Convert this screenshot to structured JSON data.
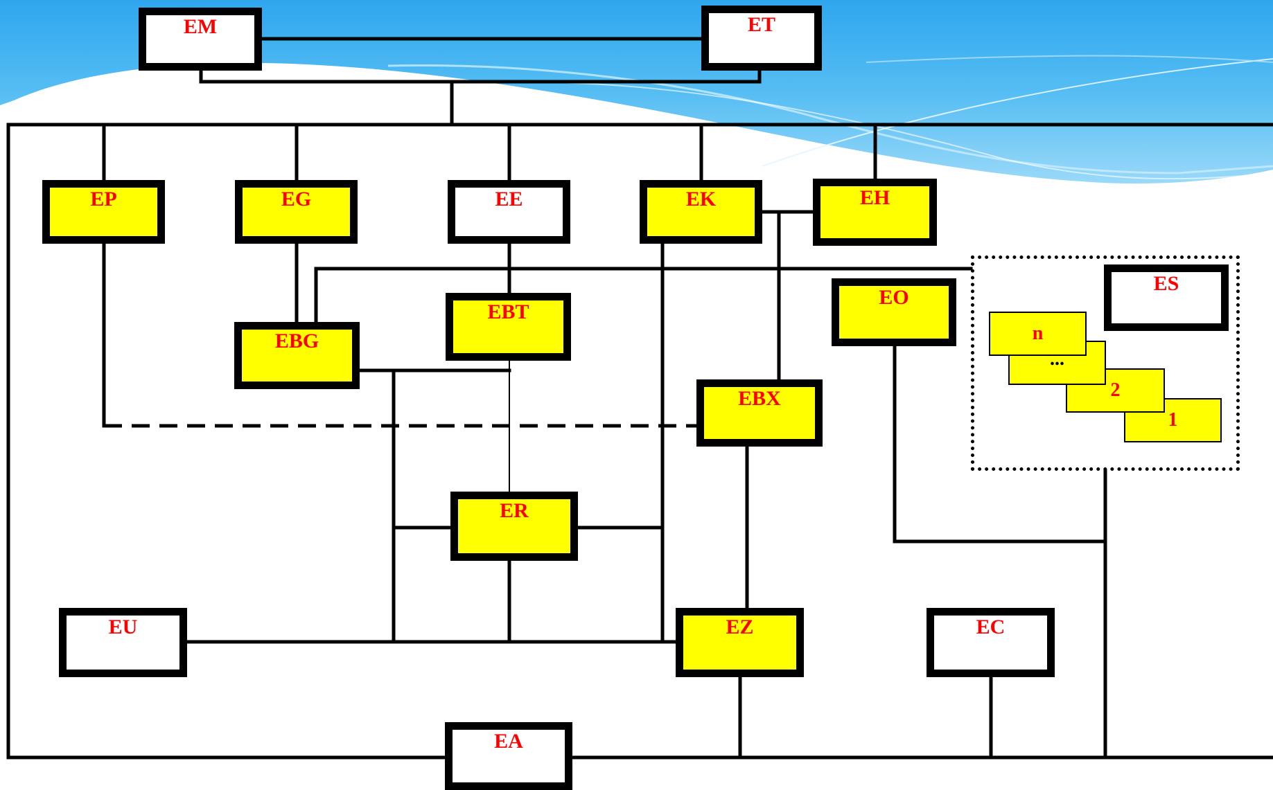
{
  "theme": {
    "sky_top": "#3aaef0",
    "sky_bottom": "#8fd4f8",
    "box_fill_yellow": "#ffff00",
    "box_fill_white": "#ffffff",
    "label_color": "#ff0000",
    "line_color": "#000000"
  },
  "nodes": {
    "em": "EM",
    "et": "ET",
    "ep": "EP",
    "eg": "EG",
    "ee": "EE",
    "ek": "EK",
    "eh": "EH",
    "ebg": "EBG",
    "ebt": "EBT",
    "eo": "EO",
    "es": "ES",
    "ebx": "EBX",
    "er": "ER",
    "eu": "EU",
    "ez": "EZ",
    "ec": "EC",
    "ea": "EA"
  },
  "es_stack": [
    "n",
    "...",
    "2",
    "1"
  ]
}
